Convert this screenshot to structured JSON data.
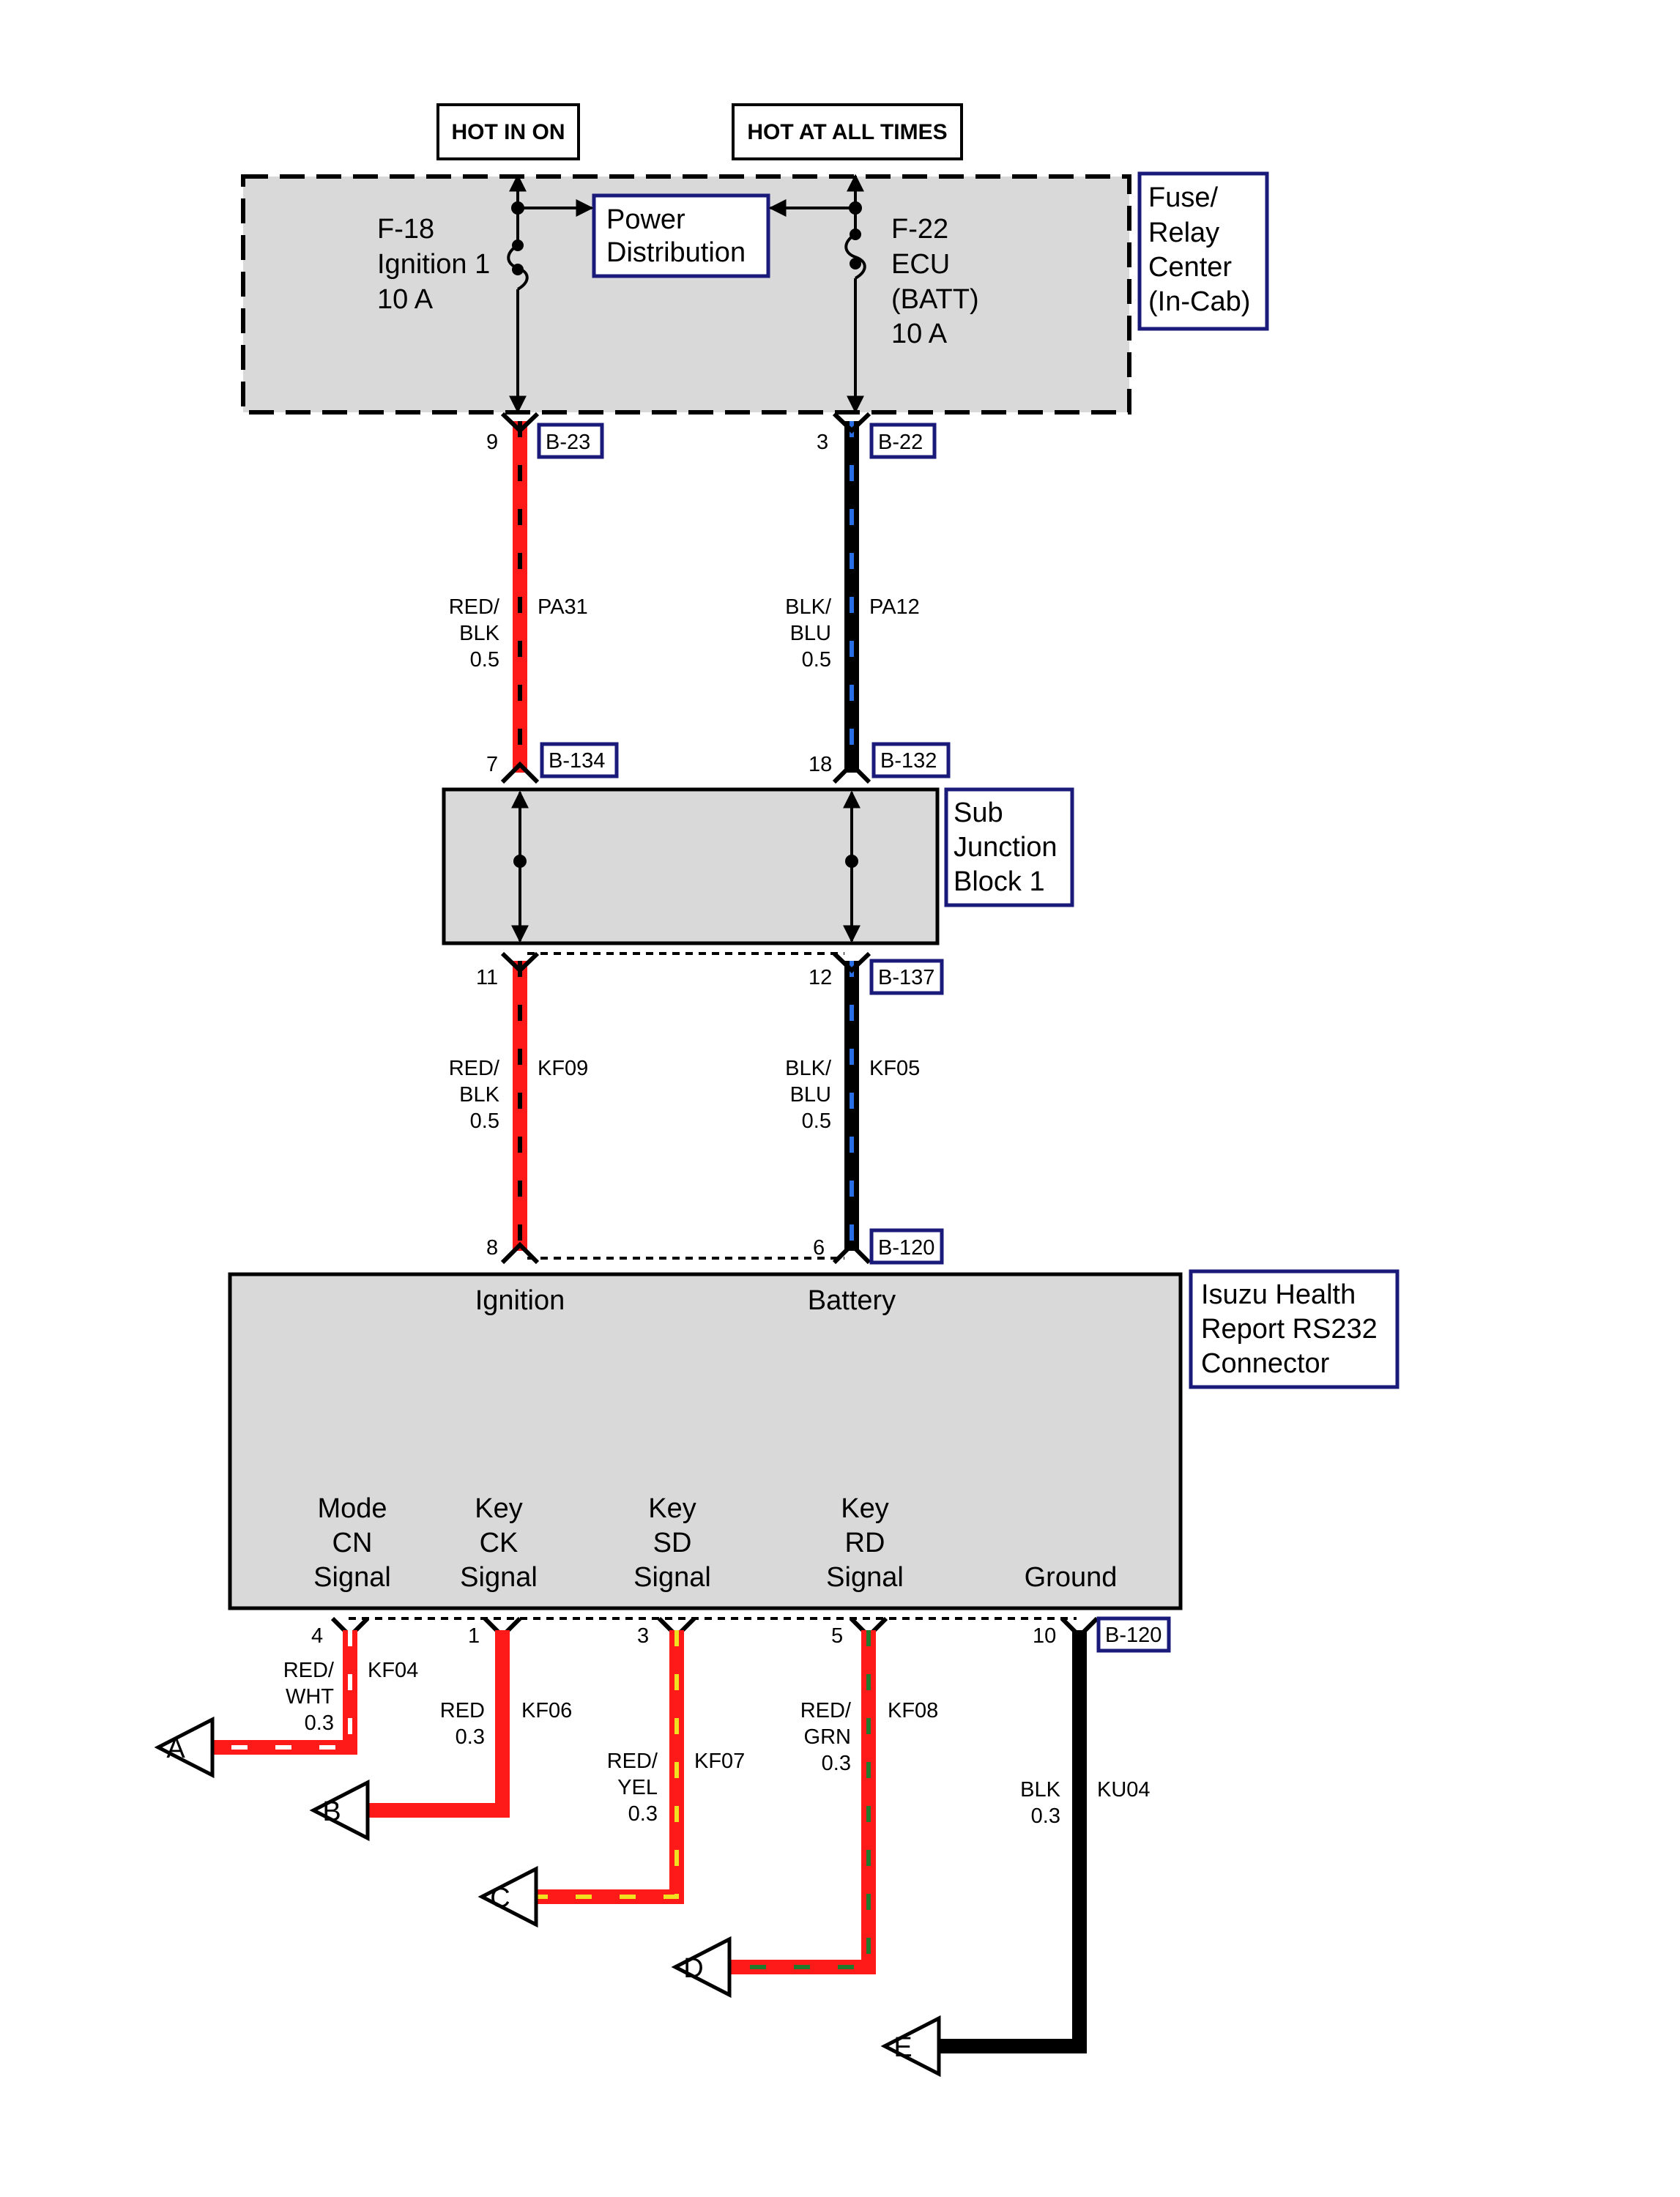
{
  "labels": {
    "hot_in_on": "HOT IN ON",
    "hot_at_all_times": "HOT AT ALL TIMES",
    "power_distribution": [
      "Power",
      "Distribution"
    ],
    "fuse_relay_center": [
      "Fuse/",
      "Relay",
      "Center",
      "(In-Cab)"
    ],
    "fuse_left": [
      "F-18",
      "Ignition 1",
      "10 A"
    ],
    "fuse_right": [
      "F-22",
      "ECU",
      "(BATT)",
      "10 A"
    ],
    "sub_junction": [
      "Sub",
      "Junction",
      "Block 1"
    ],
    "health_report": [
      "Isuzu Health",
      "Report RS232",
      "Connector"
    ],
    "ignition": "Ignition",
    "battery": "Battery",
    "signals": {
      "mode_cn": [
        "Mode",
        "CN",
        "Signal"
      ],
      "key_ck": [
        "Key",
        "CK",
        "Signal"
      ],
      "key_sd": [
        "Key",
        "SD",
        "Signal"
      ],
      "key_rd": [
        "Key",
        "RD",
        "Signal"
      ],
      "ground": "Ground"
    }
  },
  "connectors": {
    "b23": "B-23",
    "b22": "B-22",
    "b134": "B-134",
    "b132": "B-132",
    "b137": "B-137",
    "b120_top": "B-120",
    "b120_bottom": "B-120"
  },
  "pins": {
    "b23": "9",
    "b22": "3",
    "b134": "7",
    "b132": "18",
    "sj_left_out": "11",
    "sj_right_out": "12",
    "b120_ign": "8",
    "b120_batt": "6",
    "mode_cn": "4",
    "key_ck": "1",
    "key_sd": "3",
    "key_rd": "5",
    "ground": "10"
  },
  "wires": {
    "pa31": {
      "circuit": "PA31",
      "color": [
        "RED/",
        "BLK",
        "0.5"
      ]
    },
    "pa12": {
      "circuit": "PA12",
      "color": [
        "BLK/",
        "BLU",
        "0.5"
      ]
    },
    "kf09": {
      "circuit": "KF09",
      "color": [
        "RED/",
        "BLK",
        "0.5"
      ]
    },
    "kf05": {
      "circuit": "KF05",
      "color": [
        "BLK/",
        "BLU",
        "0.5"
      ]
    },
    "kf04": {
      "circuit": "KF04",
      "color": [
        "RED/",
        "WHT",
        "0.3"
      ]
    },
    "kf06": {
      "circuit": "KF06",
      "color": [
        "RED",
        "0.3"
      ]
    },
    "kf07": {
      "circuit": "KF07",
      "color": [
        "RED/",
        "YEL",
        "0.3"
      ]
    },
    "kf08": {
      "circuit": "KF08",
      "color": [
        "RED/",
        "GRN",
        "0.3"
      ]
    },
    "ku04": {
      "circuit": "KU04",
      "color": [
        "BLK",
        "0.3"
      ]
    }
  },
  "terminals": {
    "a": "A",
    "b": "B",
    "c": "C",
    "d": "D",
    "e": "E"
  },
  "colors": {
    "red": "#ff1a1a",
    "black": "#000000",
    "blue_stripe": "#2a6ee6",
    "white_stripe": "#ffffff",
    "yellow_stripe": "#f0e020",
    "green_stripe": "#1f7a2e",
    "border_blue": "#1a1a7a",
    "box_gray": "#d9d9d9"
  }
}
